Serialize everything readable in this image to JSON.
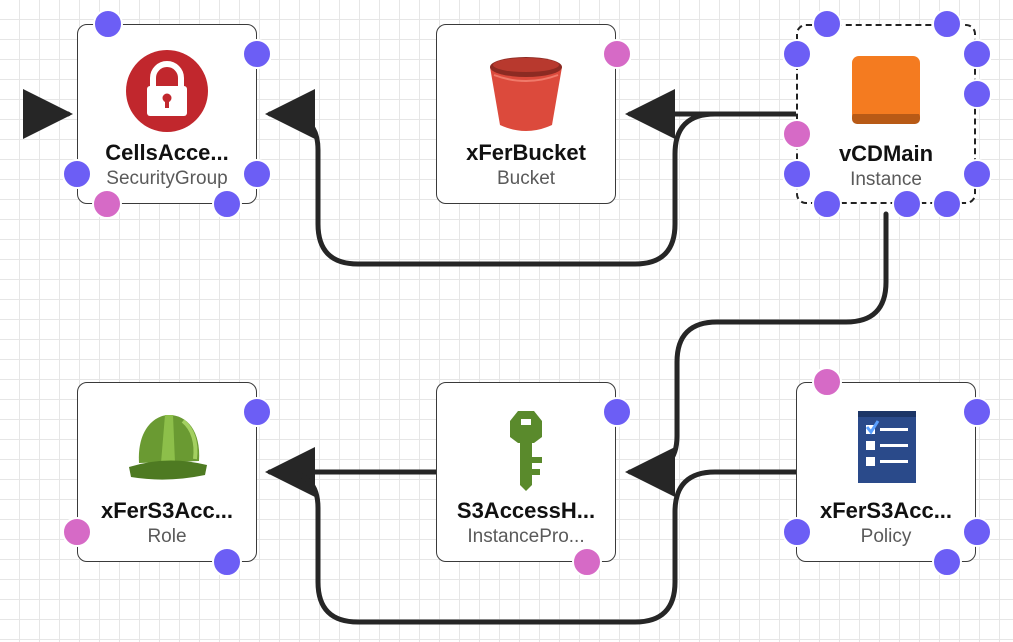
{
  "diagram": {
    "nodes": [
      {
        "id": "security-group",
        "name": "CellsAcce...",
        "type": "SecurityGroup",
        "icon": "lock-icon"
      },
      {
        "id": "bucket",
        "name": "xFerBucket",
        "type": "Bucket",
        "icon": "bucket-icon"
      },
      {
        "id": "instance",
        "name": "vCDMain",
        "type": "Instance",
        "icon": "instance-icon"
      },
      {
        "id": "role",
        "name": "xFerS3Acc...",
        "type": "Role",
        "icon": "hard-hat-icon"
      },
      {
        "id": "instance-profile",
        "name": "S3AccessH...",
        "type": "InstancePro...",
        "icon": "key-icon"
      },
      {
        "id": "policy",
        "name": "xFerS3Acc...",
        "type": "Policy",
        "icon": "policy-document-icon"
      }
    ],
    "connections": [
      {
        "from": "external",
        "to": "security-group"
      },
      {
        "from": "instance",
        "to": "bucket"
      },
      {
        "from": "instance",
        "to": "security-group"
      },
      {
        "from": "instance",
        "to": "instance-profile"
      },
      {
        "from": "instance-profile",
        "to": "role"
      },
      {
        "from": "policy",
        "to": "role"
      }
    ],
    "selected": "instance",
    "colors": {
      "output_port": "#6c5ef5",
      "input_port": "#d66ac6",
      "connector": "#262626",
      "security_group": "#c1272d",
      "bucket": "#dc4a3c",
      "instance": "#f47b20",
      "role": "#6a9a32",
      "key": "#5a8a2c",
      "policy": "#2a4a8a"
    }
  }
}
